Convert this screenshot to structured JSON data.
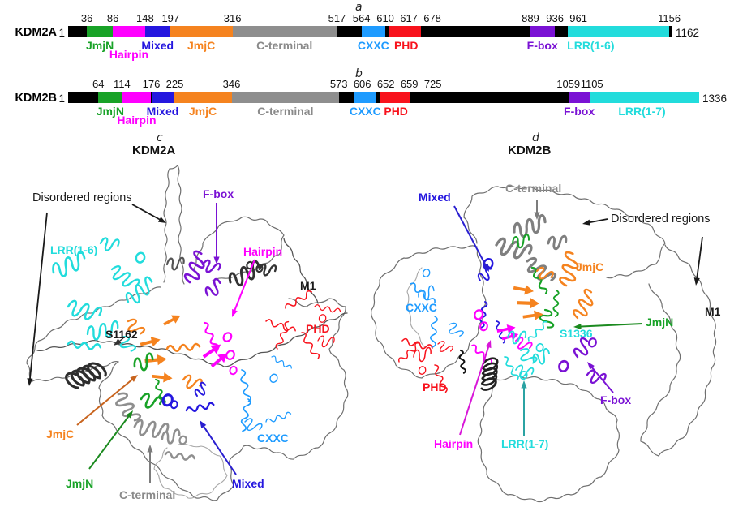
{
  "colors": {
    "black": "#000000",
    "green": "#18a227",
    "green_dark": "#1b8a1f",
    "magenta": "#ff00ff",
    "magenta_dark": "#d816d8",
    "blue": "#2517df",
    "blue_dark": "#2a1fd0",
    "orange": "#f5831f",
    "brown": "#c8641e",
    "gray": "#8e8e8e",
    "graytxt": "#8a8a8a",
    "gray_arrow": "#7c7c7c",
    "cxxc": "#1e9bff",
    "red": "#f8121c",
    "purple": "#7a12d4",
    "cyan": "#22dcdc",
    "teal": "#2ba3a3",
    "ink": "#1a1a1a",
    "outline": "#6f6f6f",
    "outline_light": "#a8a8a8",
    "helix_dark": "#333333",
    "helix_gray": "#8f8f8f"
  },
  "figure": {
    "panel_a": {
      "letter": "a",
      "protein": "KDM2A",
      "start_label": "1",
      "end_label": "1162",
      "length": 1162,
      "boundaries": [
        36,
        86,
        148,
        197,
        316,
        517,
        564,
        610,
        617,
        678,
        889,
        936,
        961,
        1156
      ],
      "segments": [
        {
          "from": 1,
          "to": 36,
          "color": "black"
        },
        {
          "from": 36,
          "to": 86,
          "color": "green"
        },
        {
          "from": 86,
          "to": 148,
          "color": "magenta"
        },
        {
          "from": 148,
          "to": 197,
          "color": "blue"
        },
        {
          "from": 197,
          "to": 316,
          "color": "orange"
        },
        {
          "from": 316,
          "to": 517,
          "color": "gray"
        },
        {
          "from": 517,
          "to": 564,
          "color": "black"
        },
        {
          "from": 564,
          "to": 610,
          "color": "cxxc"
        },
        {
          "from": 610,
          "to": 617,
          "color": "black"
        },
        {
          "from": 617,
          "to": 678,
          "color": "red"
        },
        {
          "from": 678,
          "to": 889,
          "color": "black"
        },
        {
          "from": 889,
          "to": 936,
          "color": "purple"
        },
        {
          "from": 936,
          "to": 961,
          "color": "black"
        },
        {
          "from": 961,
          "to": 1156,
          "color": "cyan"
        },
        {
          "from": 1156,
          "to": 1162,
          "color": "black"
        }
      ],
      "domain_labels": [
        {
          "text": "JmjN",
          "color": "green",
          "center": 61,
          "row": 1
        },
        {
          "text": "Hairpin",
          "color": "magenta",
          "center": 117,
          "row": 2
        },
        {
          "text": "Mixed",
          "color": "blue",
          "center": 172,
          "row": 1
        },
        {
          "text": "JmjC",
          "color": "orange",
          "center": 256,
          "row": 1
        },
        {
          "text": "C-terminal",
          "color": "graytxt",
          "center": 416,
          "row": 1
        },
        {
          "text": "CXXC",
          "color": "cxxc",
          "center": 587,
          "row": 1
        },
        {
          "text": "PHD",
          "color": "red",
          "center": 650,
          "row": 1
        },
        {
          "text": "F-box",
          "color": "purple",
          "center": 912,
          "row": 1
        },
        {
          "text": "LRR(1-6)",
          "color": "cyan",
          "center": 1005,
          "row": 1
        }
      ]
    },
    "panel_b": {
      "letter": "b",
      "protein": "KDM2B",
      "start_label": "1",
      "end_label": "1336",
      "length": 1336,
      "boundaries": [
        64,
        114,
        176,
        225,
        346,
        573,
        606,
        652,
        659,
        725,
        1059,
        1105
      ],
      "segments": [
        {
          "from": 1,
          "to": 64,
          "color": "black"
        },
        {
          "from": 64,
          "to": 114,
          "color": "green"
        },
        {
          "from": 114,
          "to": 176,
          "color": "magenta"
        },
        {
          "from": 176,
          "to": 225,
          "color": "blue"
        },
        {
          "from": 225,
          "to": 346,
          "color": "orange"
        },
        {
          "from": 346,
          "to": 573,
          "color": "gray"
        },
        {
          "from": 573,
          "to": 606,
          "color": "black"
        },
        {
          "from": 606,
          "to": 652,
          "color": "cxxc"
        },
        {
          "from": 652,
          "to": 659,
          "color": "black"
        },
        {
          "from": 659,
          "to": 725,
          "color": "red"
        },
        {
          "from": 725,
          "to": 1059,
          "color": "black"
        },
        {
          "from": 1059,
          "to": 1105,
          "color": "purple"
        },
        {
          "from": 1105,
          "to": 1336,
          "color": "cyan"
        }
      ],
      "domain_labels": [
        {
          "text": "JmjN",
          "color": "green",
          "center": 89,
          "row": 1
        },
        {
          "text": "Hairpin",
          "color": "magenta",
          "center": 145,
          "row": 2
        },
        {
          "text": "Mixed",
          "color": "blue",
          "center": 200,
          "row": 1
        },
        {
          "text": "JmjC",
          "color": "orange",
          "center": 285,
          "row": 1
        },
        {
          "text": "C-terminal",
          "color": "graytxt",
          "center": 460,
          "row": 1
        },
        {
          "text": "CXXC",
          "color": "cxxc",
          "center": 629,
          "row": 1
        },
        {
          "text": "PHD",
          "color": "red",
          "center": 694,
          "row": 1
        },
        {
          "text": "F-box",
          "color": "purple",
          "center": 1082,
          "row": 1
        },
        {
          "text": "LRR(1-7)",
          "color": "cyan",
          "center": 1215,
          "row": 1
        }
      ]
    },
    "panel_c": {
      "letter": "c",
      "title": "KDM2A",
      "labels": {
        "disordered": "Disordered regions",
        "lrr": "LRR(1-6)",
        "fbox": "F-box",
        "hairpin": "Hairpin",
        "m1": "M1",
        "phd": "PHD",
        "serine": "S1162",
        "jmjc": "JmjC",
        "jmjn": "JmjN",
        "cterm": "C-terminal",
        "mixed": "Mixed",
        "cxxc": "CXXC"
      }
    },
    "panel_d": {
      "letter": "d",
      "title": "KDM2B",
      "labels": {
        "disordered": "Disordered regions",
        "mixed": "Mixed",
        "cterm": "C-terminal",
        "jmjc": "JmjC",
        "cxxc": "CXXC",
        "jmjn": "JmjN",
        "m1": "M1",
        "serine": "S1336",
        "phd": "PHD",
        "hairpin": "Hairpin",
        "lrr": "LRR(1-7)",
        "fbox": "F-box"
      }
    }
  }
}
